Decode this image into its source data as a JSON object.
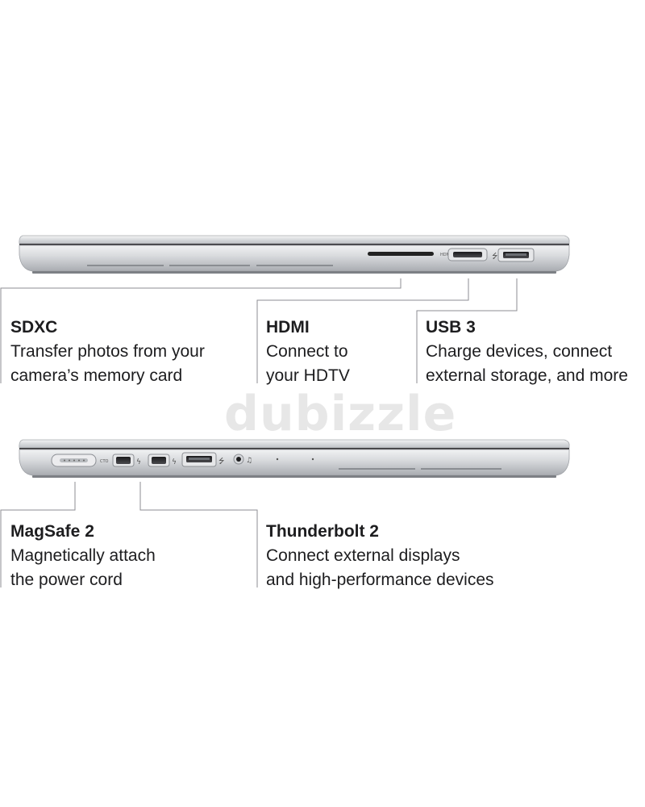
{
  "watermark": "dubizzle",
  "ports": {
    "right_side": {
      "sdxc": {
        "title": "SDXC",
        "lines": [
          "Transfer photos from your",
          "camera’s memory card"
        ]
      },
      "hdmi": {
        "title": "HDMI",
        "lines": [
          "Connect to",
          "your HDTV"
        ]
      },
      "usb3": {
        "title": "USB 3",
        "lines": [
          "Charge devices, connect",
          "external storage, and more"
        ]
      }
    },
    "left_side": {
      "magsafe": {
        "title": "MagSafe 2",
        "lines": [
          "Magnetically attach",
          "the power cord"
        ]
      },
      "thunderbolt": {
        "title": "Thunderbolt 2",
        "lines": [
          "Connect external displays",
          "and high-performance devices"
        ]
      }
    }
  },
  "colors": {
    "text": "#1d1d1f",
    "leader": "#8e8e93",
    "aluminum": "#c9cbce",
    "port": "#2b2b2e"
  },
  "icons": [
    "sdxc-slot-icon",
    "hdmi-port-icon",
    "usb-port-icon",
    "magsafe-port-icon",
    "thunderbolt-port-icon",
    "headphone-jack-icon"
  ]
}
